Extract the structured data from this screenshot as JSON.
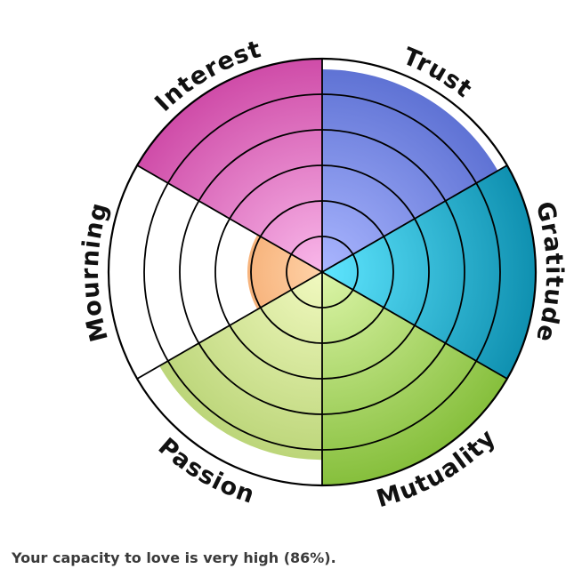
{
  "wheel": {
    "rings": 6,
    "segments": [
      {
        "name": "Trust",
        "level": 0.95,
        "color_inner": "#aab6ff",
        "color_outer": "#5b6fd2"
      },
      {
        "name": "Gratitude",
        "level": 1.0,
        "color_inner": "#5fe6ff",
        "color_outer": "#0f90b0"
      },
      {
        "name": "Mutuality",
        "level": 1.0,
        "color_inner": "#dcf5a8",
        "color_outer": "#86bf3c"
      },
      {
        "name": "Passion",
        "level": 0.88,
        "color_inner": "#f1f9c0",
        "color_outer": "#b5d170"
      },
      {
        "name": "Mourning",
        "level": 0.35,
        "color_inner": "#ffd2a8",
        "color_outer": "#e87a2a"
      },
      {
        "name": "Interest",
        "level": 1.0,
        "color_inner": "#f9b8ea",
        "color_outer": "#cf4ca8"
      }
    ]
  },
  "result": {
    "text": "Your capacity to love is very high (86%)."
  }
}
